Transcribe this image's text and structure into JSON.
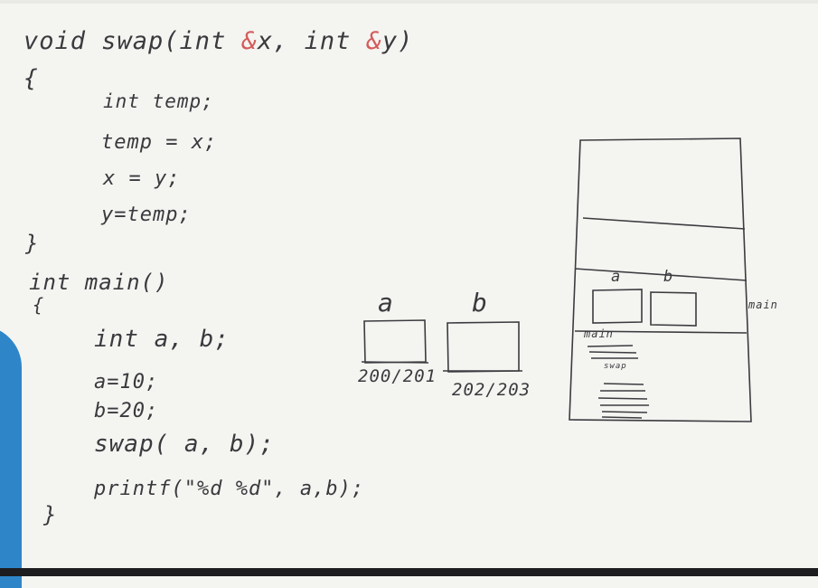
{
  "code": {
    "func_head": {
      "a": "void  swap(int ",
      "amp1": "&",
      "b": "x, int ",
      "amp2": "&",
      "c": "y)"
    },
    "open1": "{",
    "line_decl": "int temp;",
    "line_t": "temp = x;",
    "line_x": "x = y;",
    "line_y": "y=temp;",
    "close1": "}",
    "main_head": "int main()",
    "open2": "{",
    "m_decl": "int a, b;",
    "m_a": "a=10;",
    "m_b": "b=20;",
    "m_swap": "swap( a, b);",
    "m_print": "printf(\"%d %d\", a,b);",
    "close2": "}"
  },
  "memory": {
    "var_a": {
      "label": "a",
      "address": "200/201"
    },
    "var_b": {
      "label": "b",
      "address": "202/203"
    }
  },
  "stack": {
    "frame_a": "a",
    "frame_b": "b",
    "frame_main_side": "main",
    "main_note": "main",
    "swap_note": "swap"
  }
}
